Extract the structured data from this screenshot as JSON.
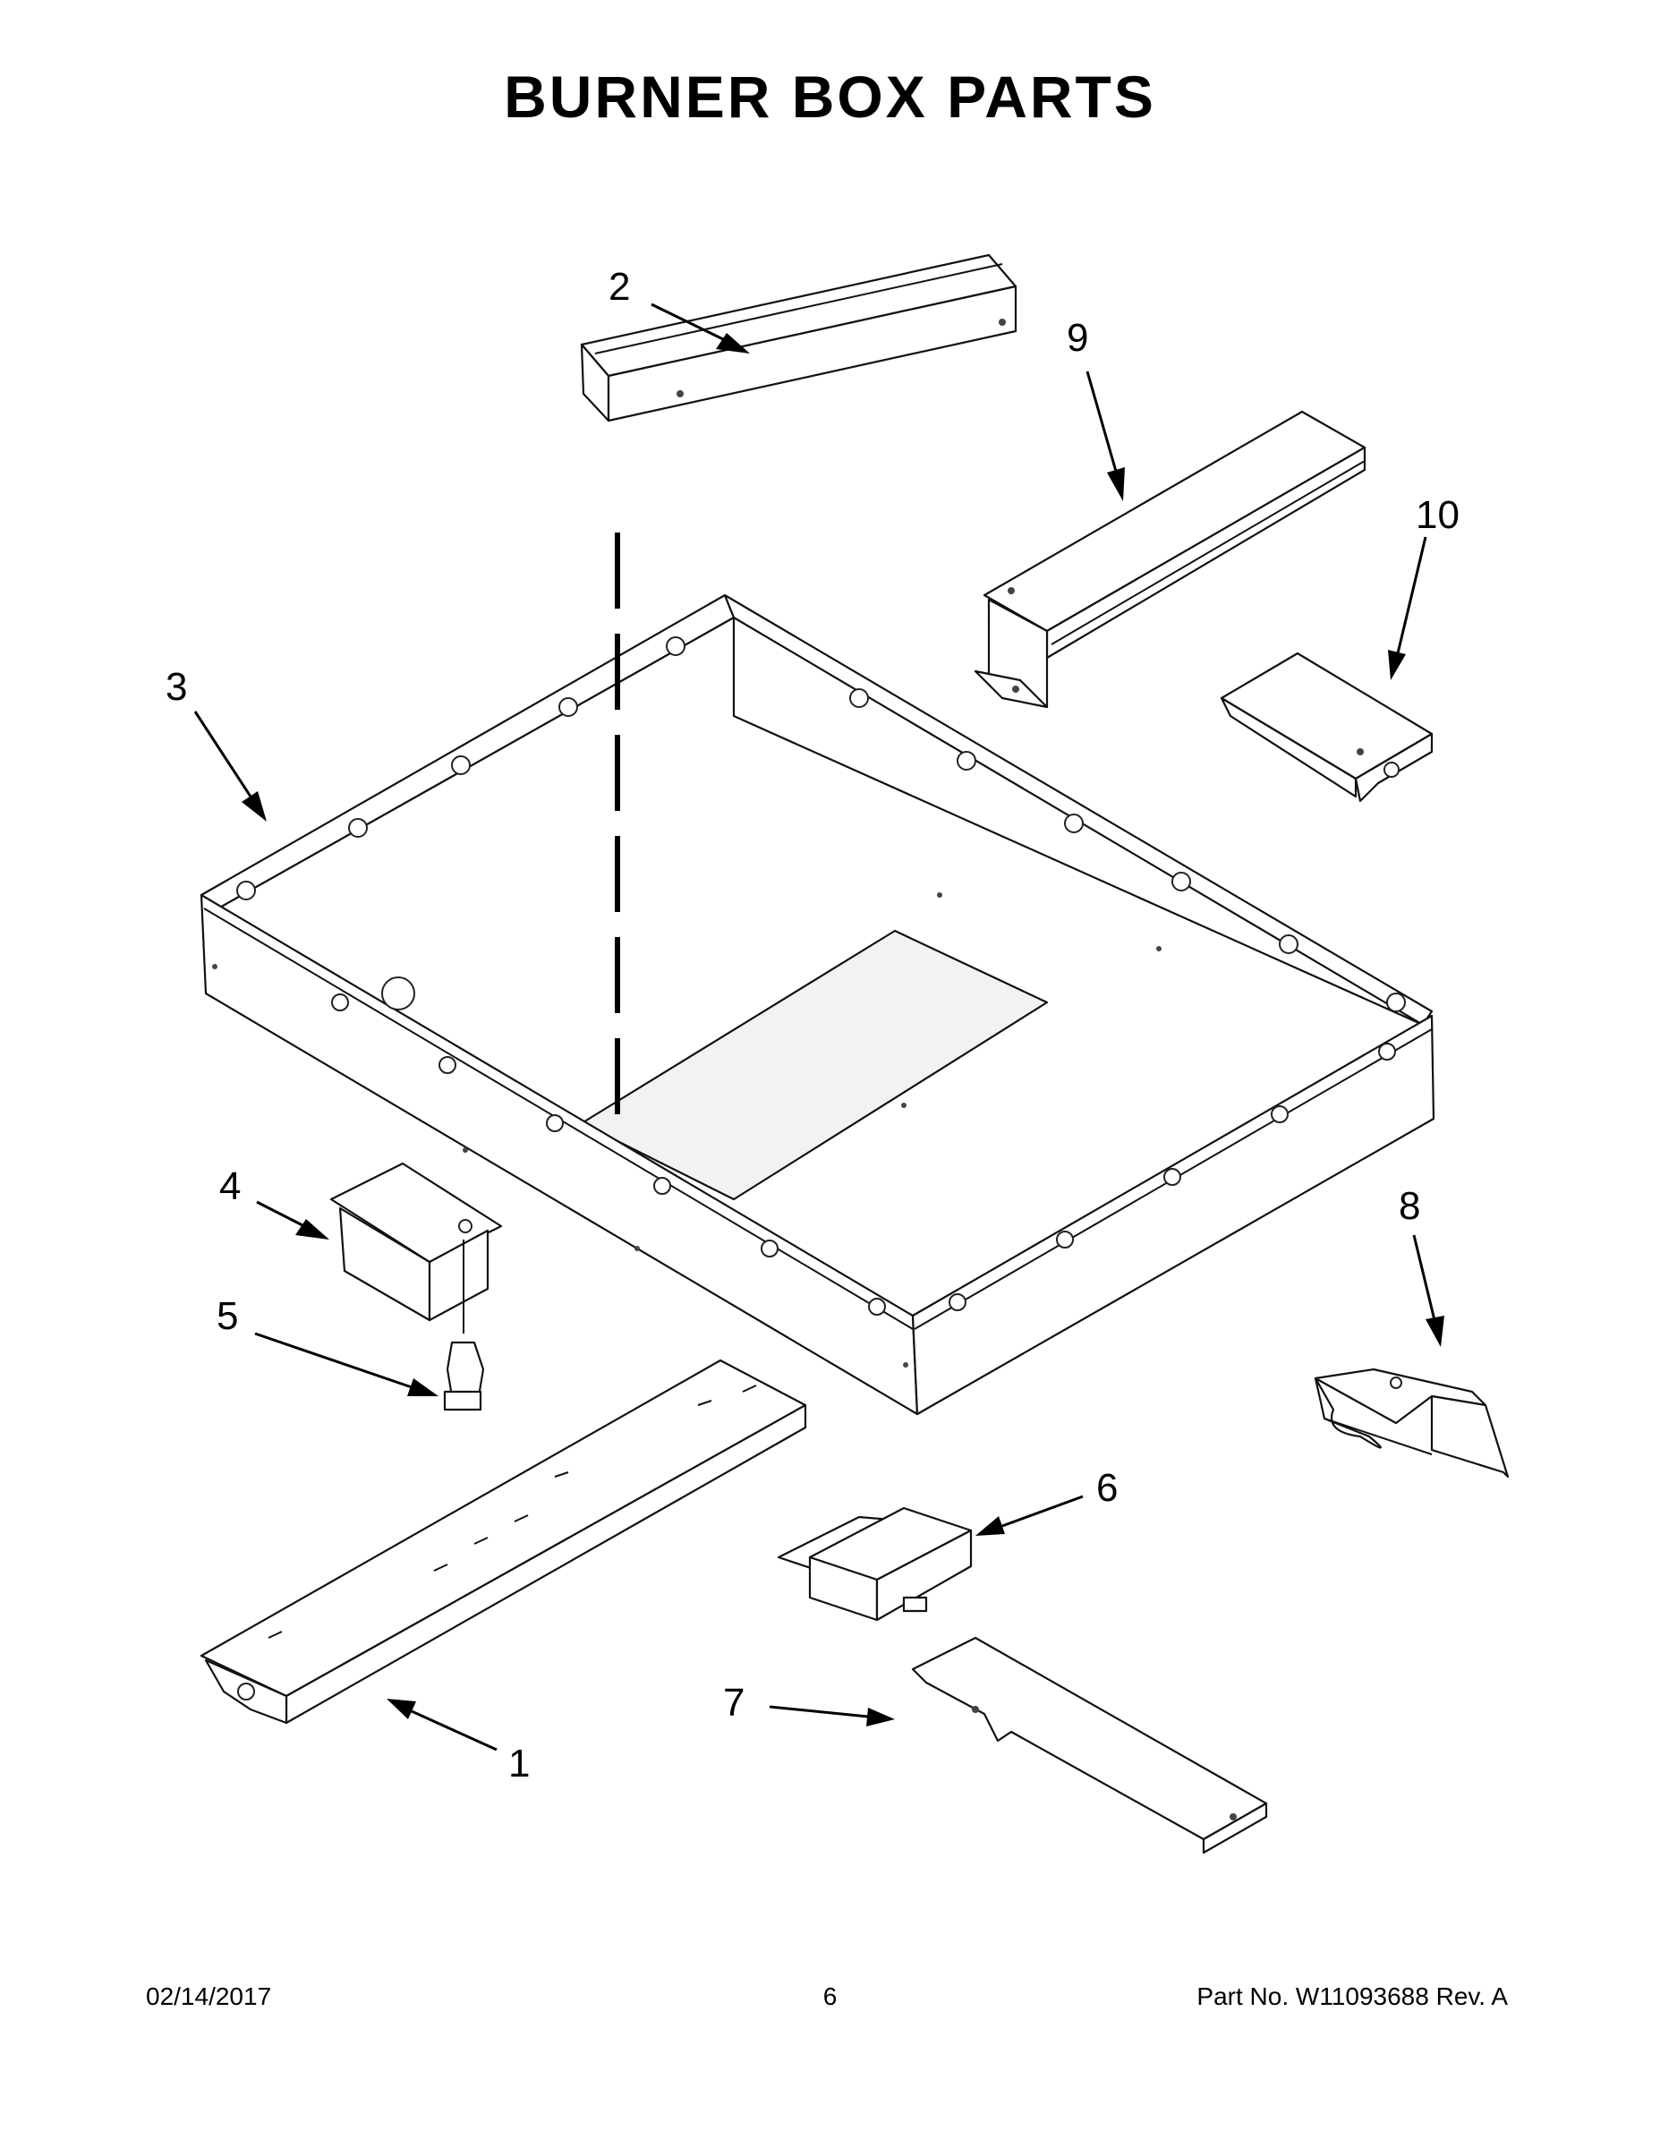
{
  "title": "BURNER BOX PARTS",
  "callouts": [
    "1",
    "2",
    "3",
    "4",
    "5",
    "6",
    "7",
    "8",
    "9",
    "10"
  ],
  "footer": {
    "date": "02/14/2017",
    "page": "6",
    "part_number": "Part No.  W11093688  Rev.  A"
  }
}
